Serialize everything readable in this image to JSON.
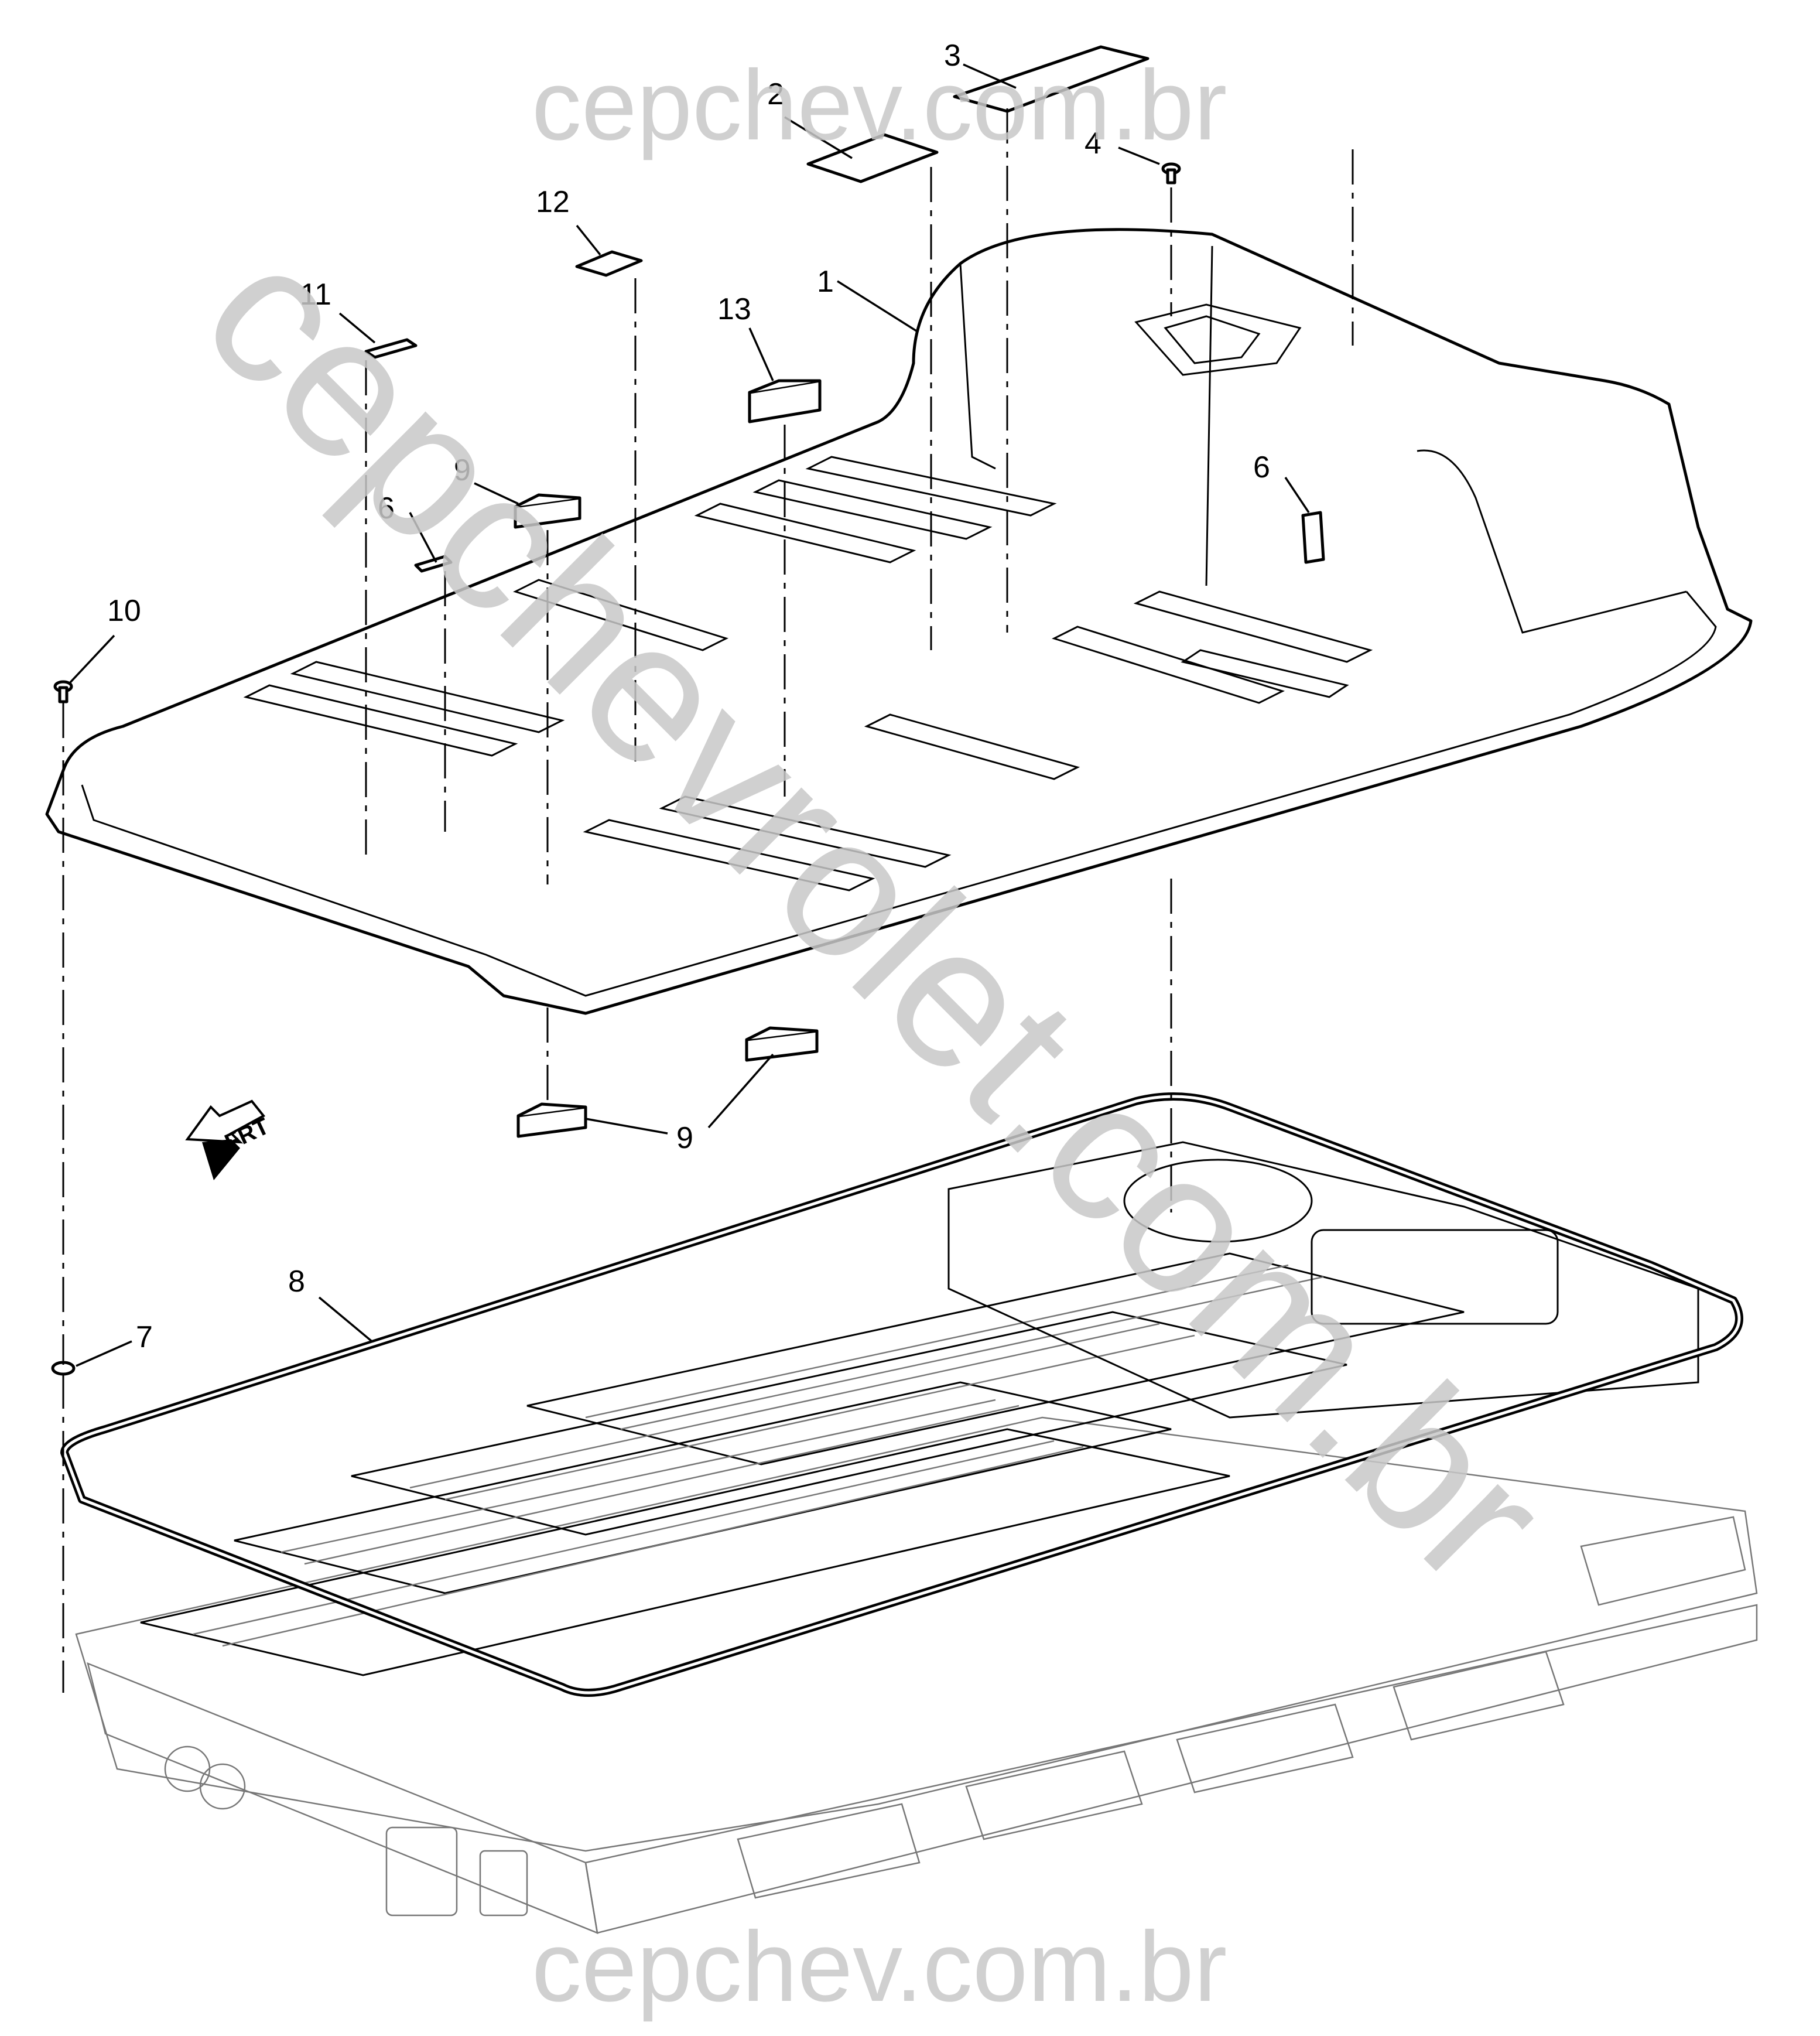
{
  "diagram": {
    "callouts": [
      {
        "id": "c1",
        "text": "1"
      },
      {
        "id": "c2",
        "text": "2"
      },
      {
        "id": "c3",
        "text": "3"
      },
      {
        "id": "c4",
        "text": "4"
      },
      {
        "id": "c6a",
        "text": "6"
      },
      {
        "id": "c6b",
        "text": "6"
      },
      {
        "id": "c7",
        "text": "7"
      },
      {
        "id": "c8",
        "text": "8"
      },
      {
        "id": "c9a",
        "text": "9"
      },
      {
        "id": "c9b",
        "text": "9"
      },
      {
        "id": "c10",
        "text": "10"
      },
      {
        "id": "c11",
        "text": "11"
      },
      {
        "id": "c12",
        "text": "12"
      },
      {
        "id": "c13",
        "text": "13"
      }
    ],
    "direction_indicator": {
      "label": "FRT"
    }
  },
  "watermark": {
    "top": "cepchev.com.br",
    "bottom": "cepchev.com.br",
    "diagonal": "cepchevrolet.com.br"
  }
}
